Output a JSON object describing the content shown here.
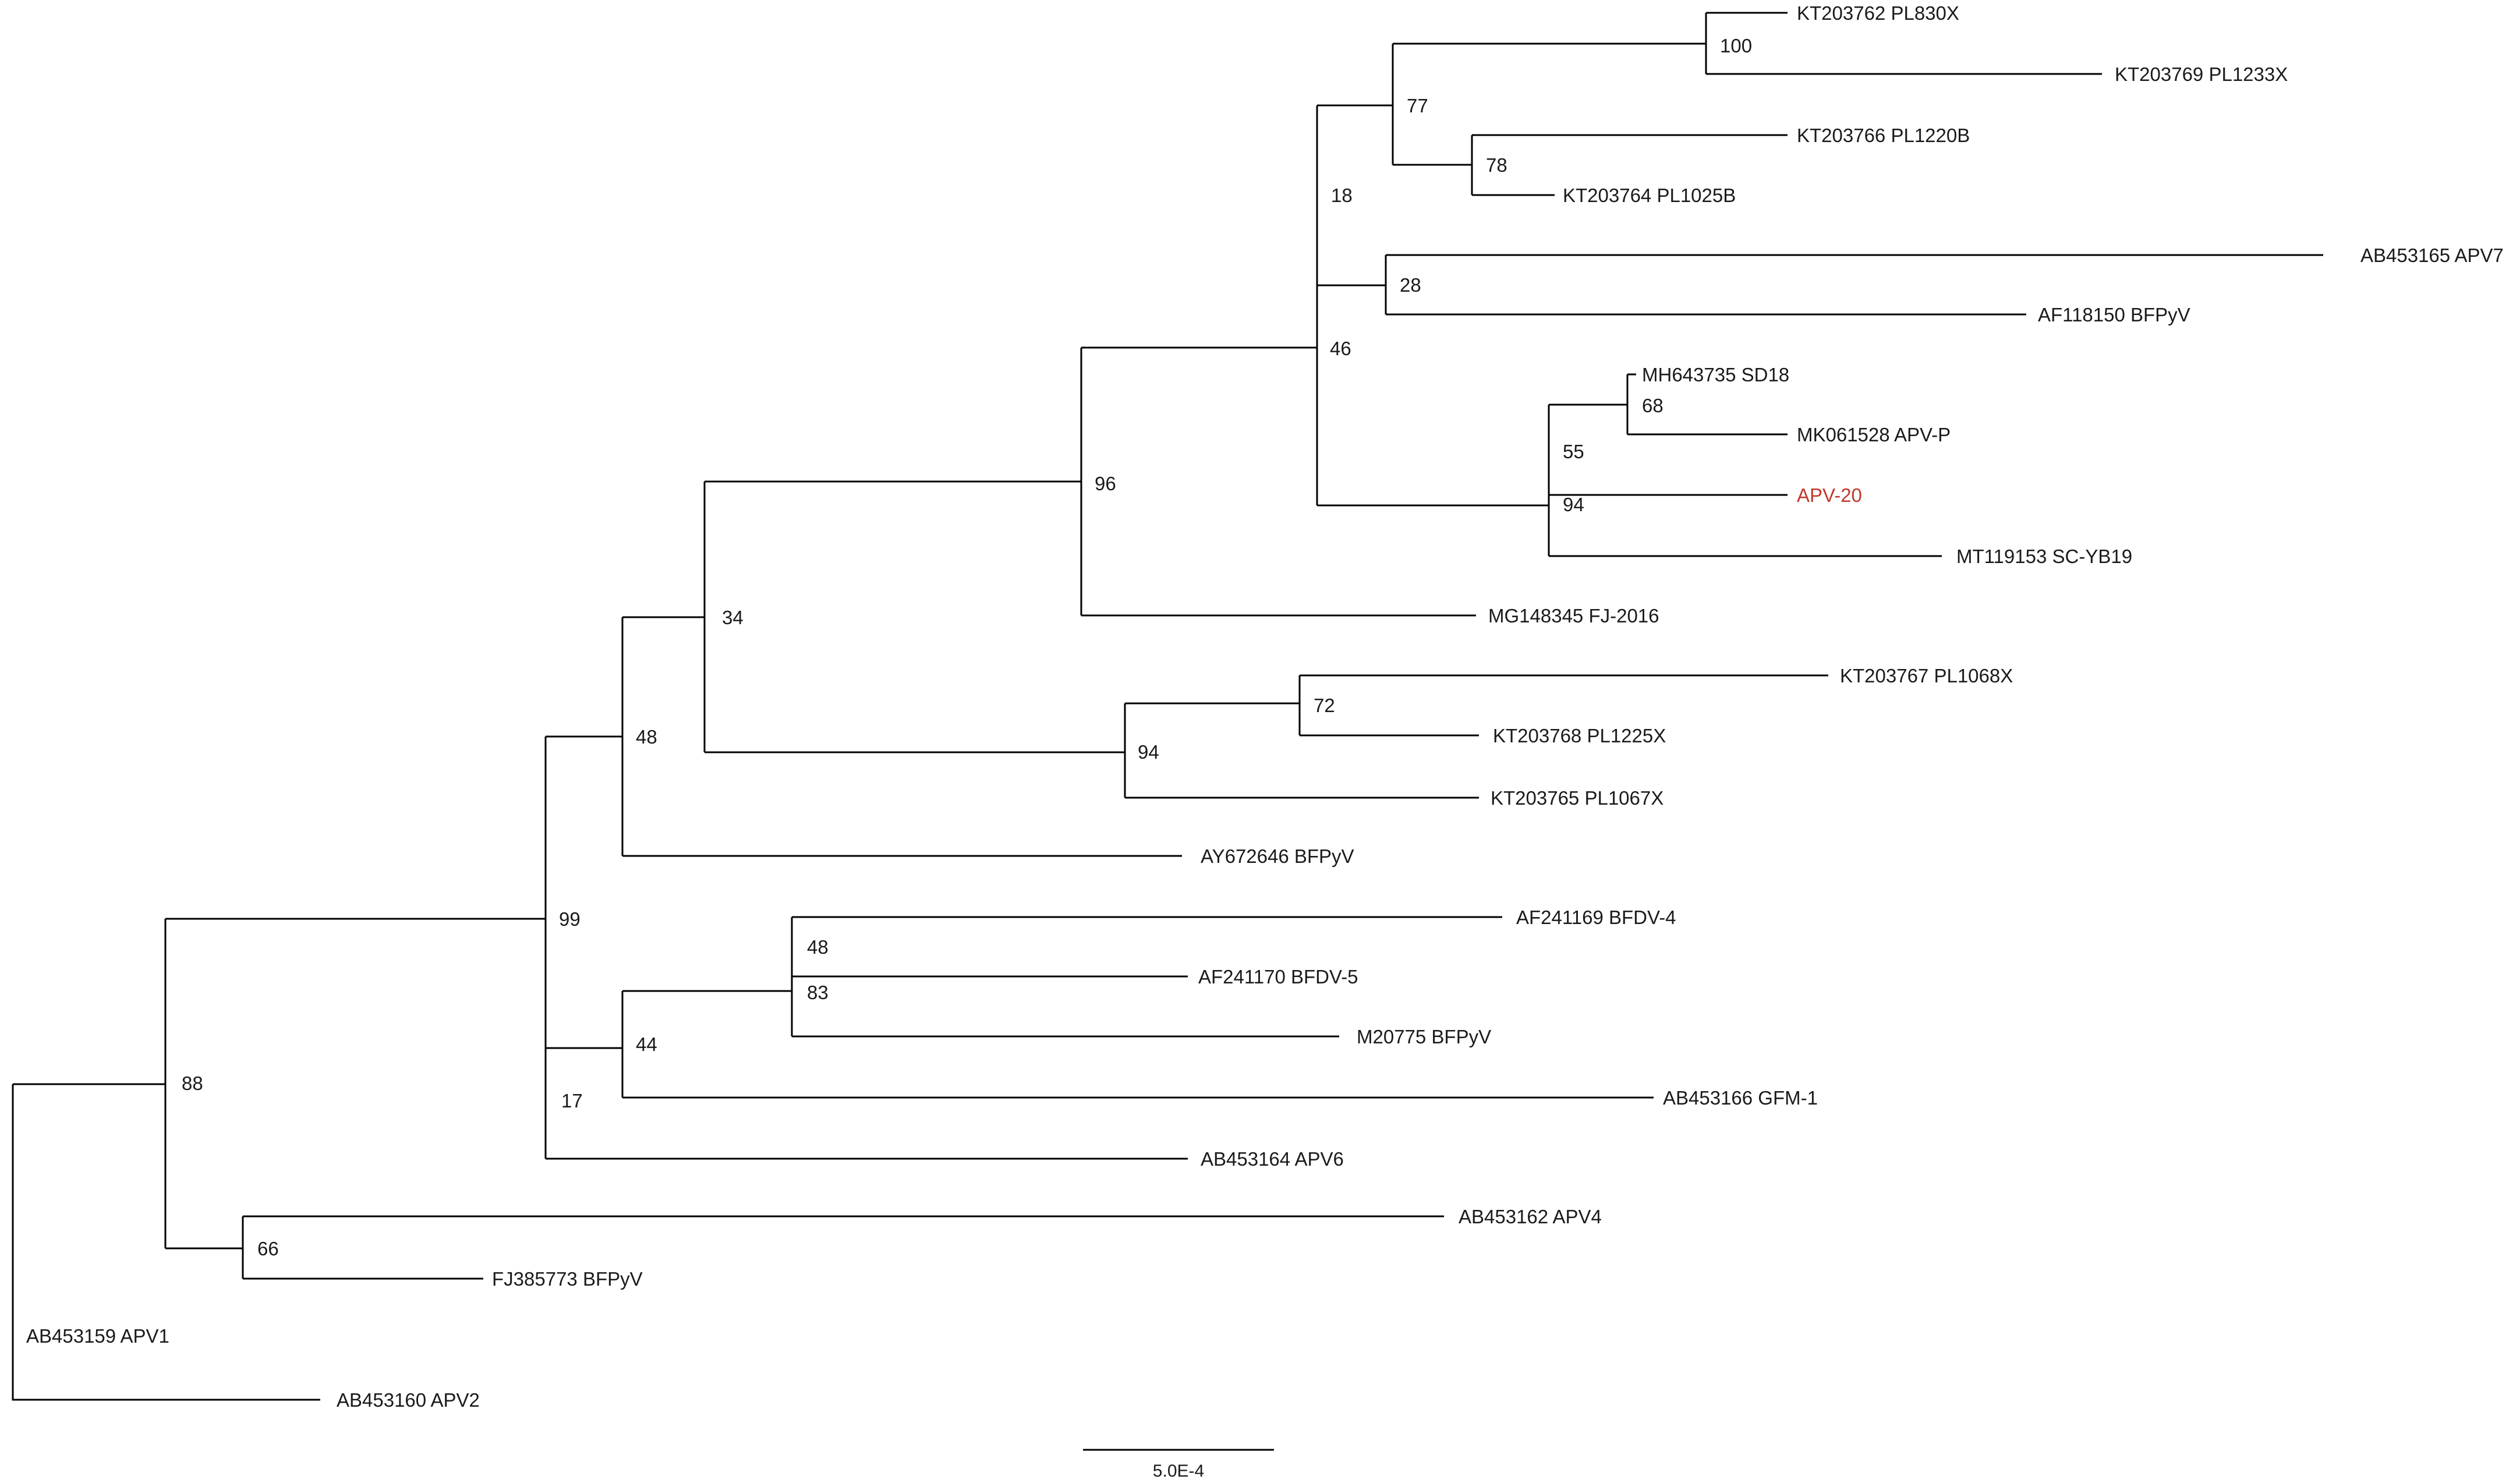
{
  "tree": {
    "leaves": [
      {
        "id": "L1",
        "label": "KT203762 PL830X"
      },
      {
        "id": "L2",
        "label": "KT203769 PL1233X"
      },
      {
        "id": "L3",
        "label": "KT203766 PL1220B"
      },
      {
        "id": "L4",
        "label": "KT203764 PL1025B"
      },
      {
        "id": "L5",
        "label": "AB453165  APV7"
      },
      {
        "id": "L6",
        "label": "AF118150 BFPyV"
      },
      {
        "id": "L7",
        "label": "MH643735 SD18"
      },
      {
        "id": "L8",
        "label": "MK061528 APV-P"
      },
      {
        "id": "L9",
        "label": "APV-20",
        "color": "#c0392b"
      },
      {
        "id": "L10",
        "label": "MT119153 SC-YB19"
      },
      {
        "id": "L11",
        "label": "MG148345 FJ-2016"
      },
      {
        "id": "L12",
        "label": "KT203767 PL1068X"
      },
      {
        "id": "L13",
        "label": "KT203768 PL1225X"
      },
      {
        "id": "L14",
        "label": "KT203765 PL1067X"
      },
      {
        "id": "L15",
        "label": "AY672646 BFPyV"
      },
      {
        "id": "L16",
        "label": "AF241169 BFDV-4"
      },
      {
        "id": "L17",
        "label": "AF241170 BFDV-5"
      },
      {
        "id": "L18",
        "label": "M20775 BFPyV"
      },
      {
        "id": "L19",
        "label": "AB453166 GFM-1"
      },
      {
        "id": "L20",
        "label": "AB453164 APV6"
      },
      {
        "id": "L21",
        "label": "AB453162 APV4"
      },
      {
        "id": "L22",
        "label": "FJ385773 BFPyV"
      },
      {
        "id": "L23",
        "label": "AB453159 APV1"
      },
      {
        "id": "L24",
        "label": "AB453160 APV2"
      }
    ],
    "bootstrap": {
      "n100": "100",
      "n77": "77",
      "n78": "78",
      "n18": "18",
      "n28": "28",
      "n46": "46",
      "n68": "68",
      "n55": "55",
      "n94a": "94",
      "n96": "96",
      "n34": "34",
      "n72": "72",
      "n94b": "94",
      "n48a": "48",
      "n99": "99",
      "n48b": "48",
      "n83": "83",
      "n44": "44",
      "n17": "17",
      "n88": "88",
      "n66": "66"
    },
    "scale_bar_label": "5.0E-4",
    "edge_color": "#000000",
    "highlight_color": "#c0392b"
  }
}
